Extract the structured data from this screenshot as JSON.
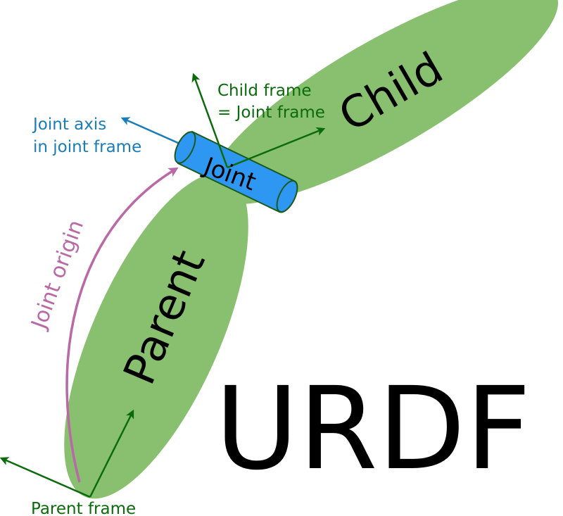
{
  "title": "URDF",
  "links": {
    "parent_label": "Parent",
    "child_label": "Child"
  },
  "joint": {
    "label": "Joint"
  },
  "annotations": {
    "joint_axis_line1": "Joint axis",
    "joint_axis_line2": "in joint frame",
    "child_frame_line1": "Child frame",
    "child_frame_line2": "= Joint frame",
    "joint_origin": "Joint origin",
    "parent_frame": "Parent frame"
  },
  "colors": {
    "link_fill": "#88c070",
    "joint_fill": "#2e97f2",
    "joint_stroke": "#1a5a1a",
    "frame_arrow": "#0b6b0b",
    "axis_arrow": "#1a7cb8",
    "origin_arrow": "#b869a6",
    "title": "#000000"
  }
}
